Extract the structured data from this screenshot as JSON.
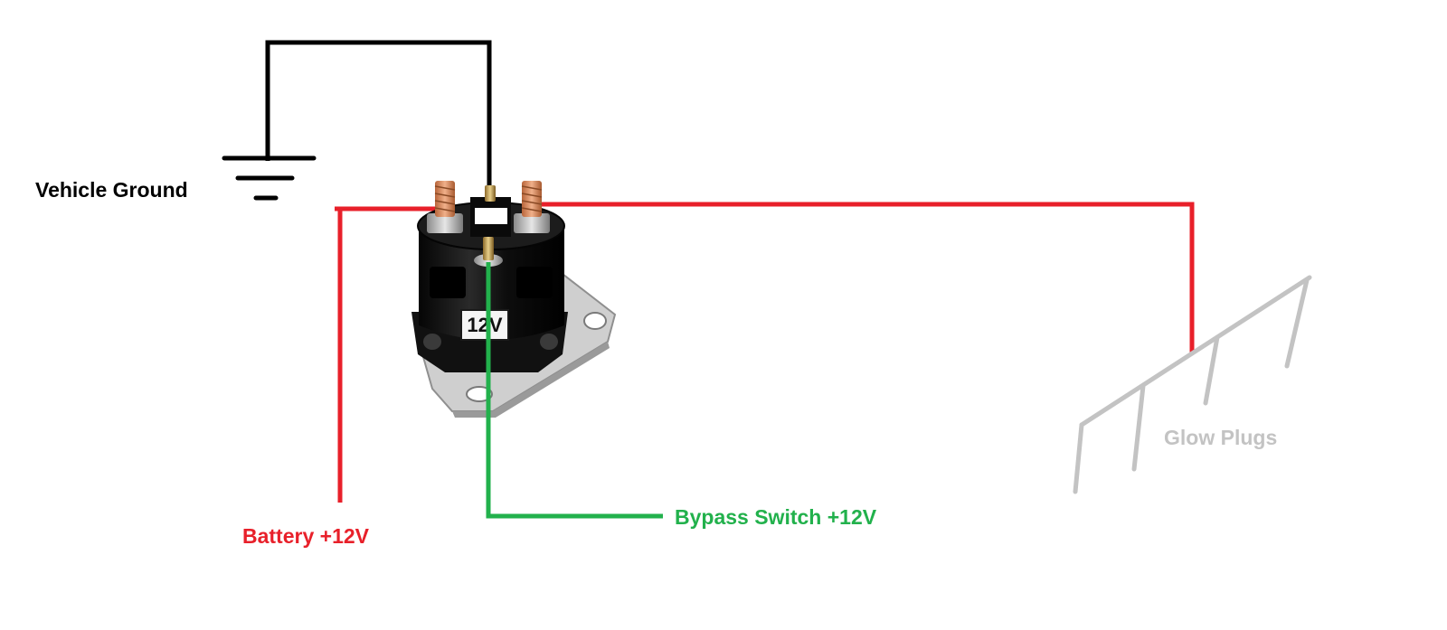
{
  "labels": {
    "vehicle_ground": "Vehicle Ground",
    "battery": "Battery +12V",
    "bypass_switch": "Bypass Switch +12V",
    "glow_plugs": "Glow Plugs"
  },
  "relay": {
    "voltage_badge": "12V"
  },
  "colors": {
    "ground_wire": "#000000",
    "battery_wire": "#e8202a",
    "bypass_wire": "#22b14c",
    "glow_plugs": "#c3c3c3"
  }
}
